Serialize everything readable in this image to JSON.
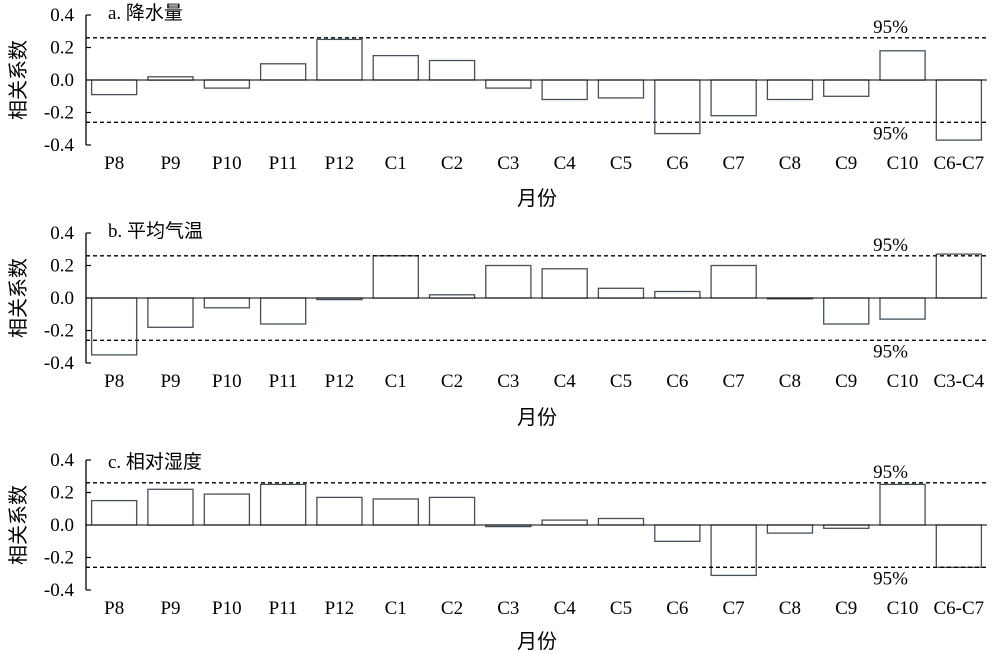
{
  "chart_data": [
    {
      "type": "bar",
      "title": "a. 降水量",
      "xlabel": "月份",
      "ylabel": "相关系数",
      "ylim": [
        -0.4,
        0.4
      ],
      "yticks": [
        "0.4",
        "0.2",
        "0.0",
        "-0.2",
        "-0.4"
      ],
      "categories": [
        "P8",
        "P9",
        "P10",
        "P11",
        "P12",
        "C1",
        "C2",
        "C3",
        "C4",
        "C5",
        "C6",
        "C7",
        "C8",
        "C9",
        "C10",
        "C6-C7"
      ],
      "values": [
        -0.09,
        0.02,
        -0.05,
        0.1,
        0.25,
        0.15,
        0.12,
        -0.05,
        -0.12,
        -0.11,
        -0.33,
        -0.22,
        -0.12,
        -0.1,
        0.18,
        -0.37
      ],
      "reference_lines": [
        {
          "value": 0.26,
          "label": "95%",
          "style": "dashed"
        },
        {
          "value": -0.26,
          "label": "95%",
          "style": "dashed"
        }
      ]
    },
    {
      "type": "bar",
      "title": "b. 平均气温",
      "xlabel": "月份",
      "ylabel": "相关系数",
      "ylim": [
        -0.4,
        0.4
      ],
      "yticks": [
        "0.4",
        "0.2",
        "0.0",
        "-0.2",
        "-0.4"
      ],
      "categories": [
        "P8",
        "P9",
        "P10",
        "P11",
        "P12",
        "C1",
        "C2",
        "C3",
        "C4",
        "C5",
        "C6",
        "C7",
        "C8",
        "C9",
        "C10",
        "C3-C4"
      ],
      "values": [
        -0.35,
        -0.18,
        -0.06,
        -0.16,
        -0.01,
        0.26,
        0.02,
        0.2,
        0.18,
        0.06,
        0.04,
        0.2,
        0.0,
        -0.16,
        -0.13,
        0.27
      ],
      "reference_lines": [
        {
          "value": 0.26,
          "label": "95%",
          "style": "dashed"
        },
        {
          "value": -0.26,
          "label": "95%",
          "style": "dashed"
        }
      ]
    },
    {
      "type": "bar",
      "title": "c. 相对湿度",
      "xlabel": "月份",
      "ylabel": "相关系数",
      "ylim": [
        -0.4,
        0.4
      ],
      "yticks": [
        "0.4",
        "0.2",
        "0.0",
        "-0.2",
        "-0.4"
      ],
      "categories": [
        "P8",
        "P9",
        "P10",
        "P11",
        "P12",
        "C1",
        "C2",
        "C3",
        "C4",
        "C5",
        "C6",
        "C7",
        "C8",
        "C9",
        "C10",
        "C6-C7"
      ],
      "values": [
        0.15,
        0.22,
        0.19,
        0.25,
        0.17,
        0.16,
        0.17,
        -0.01,
        0.03,
        0.04,
        -0.1,
        -0.31,
        -0.05,
        -0.02,
        0.25,
        -0.26
      ],
      "reference_lines": [
        {
          "value": 0.26,
          "label": "95%",
          "style": "dashed"
        },
        {
          "value": -0.26,
          "label": "95%",
          "style": "dashed"
        }
      ]
    }
  ]
}
